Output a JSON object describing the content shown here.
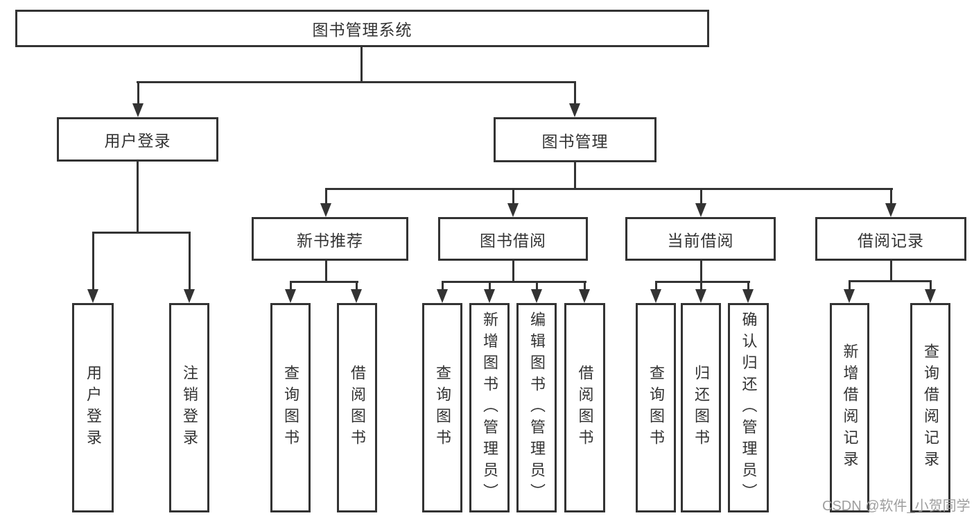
{
  "diagram": {
    "root": {
      "label": "图书管理系统"
    },
    "branches": [
      {
        "label": "用户登录",
        "children": [
          {
            "label": "用户登录"
          },
          {
            "label": "注销登录"
          }
        ]
      },
      {
        "label": "图书管理",
        "children": [
          {
            "label": "新书推荐",
            "children": [
              {
                "label": "查询图书"
              },
              {
                "label": "借阅图书"
              }
            ]
          },
          {
            "label": "图书借阅",
            "children": [
              {
                "label": "查询图书"
              },
              {
                "label": "新增图书（管理员）"
              },
              {
                "label": "编辑图书（管理员）"
              },
              {
                "label": "借阅图书"
              }
            ]
          },
          {
            "label": "当前借阅",
            "children": [
              {
                "label": "查询图书"
              },
              {
                "label": "归还图书"
              },
              {
                "label": "确认归还（管理员）"
              }
            ]
          },
          {
            "label": "借阅记录",
            "children": [
              {
                "label": "新增借阅记录"
              },
              {
                "label": "查询借阅记录"
              }
            ]
          }
        ]
      }
    ]
  },
  "watermark": {
    "text": "CSDN @软件_小贺同学"
  },
  "colors": {
    "line": "#333333",
    "text": "#333333",
    "box_background": "#ffffff",
    "page_background": "#ffffff",
    "watermark": "#9e9e9e"
  }
}
